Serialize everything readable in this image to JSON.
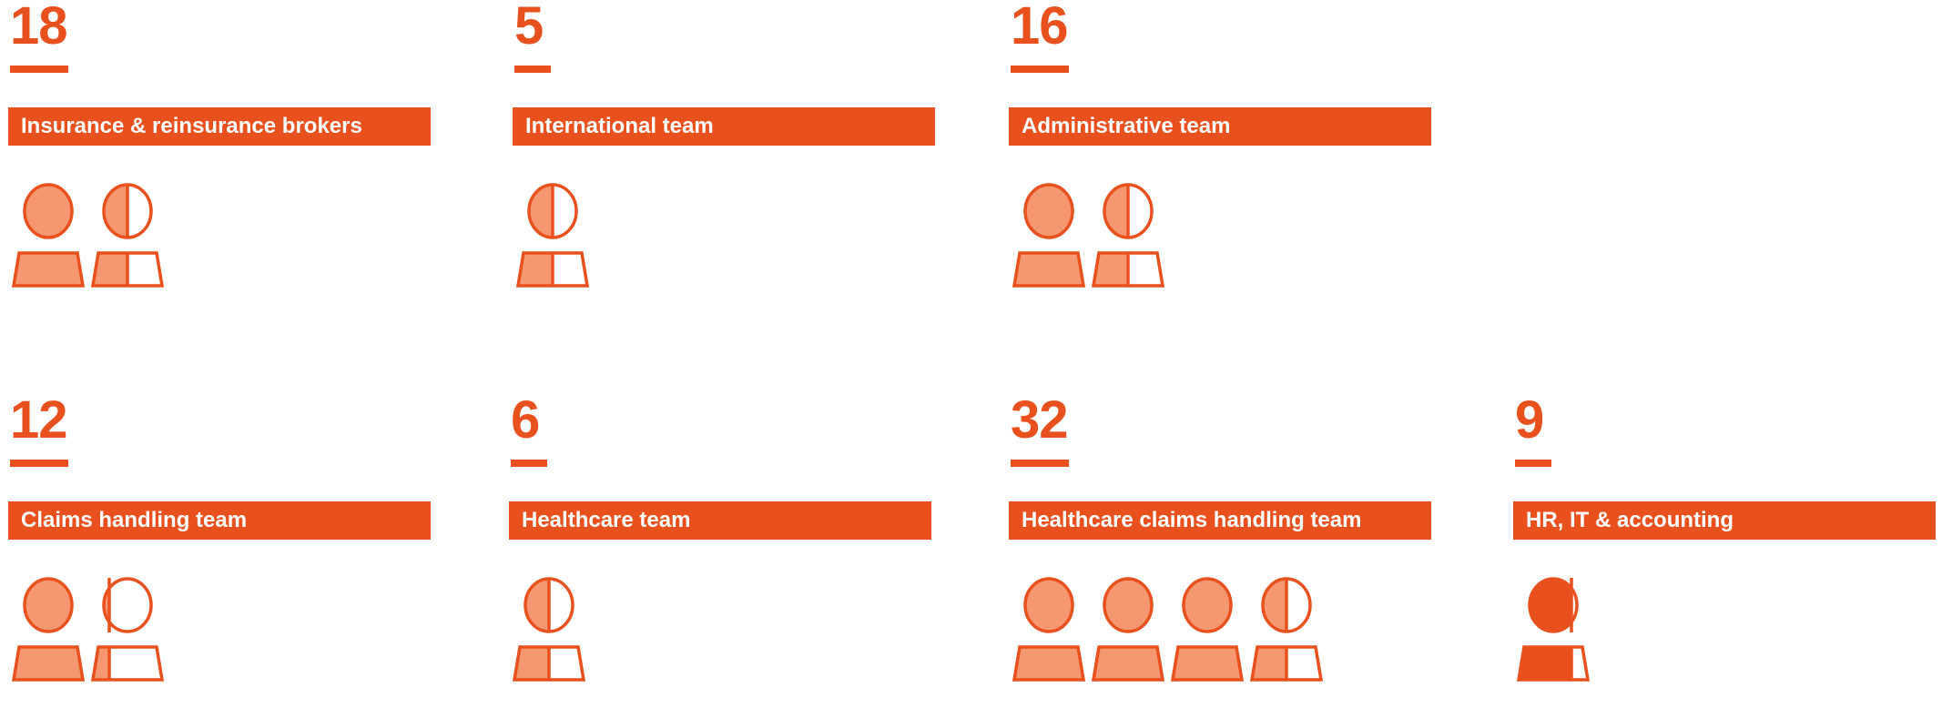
{
  "colors": {
    "accent": "#E8511E",
    "light_fill": "#F59872",
    "white": "#FFFFFF"
  },
  "chart_data": {
    "type": "pictogram",
    "title": "",
    "categories": [
      "Insurance & reinsurance brokers",
      "International team",
      "Administrative team",
      "Claims handling team",
      "Healthcare team",
      "Healthcare claims handling team",
      "HR, IT & accounting"
    ],
    "values": [
      18,
      5,
      16,
      12,
      6,
      32,
      9
    ],
    "icons": [
      [
        1,
        0.5
      ],
      [
        0.5
      ],
      [
        1,
        0.5
      ],
      [
        1,
        0.25
      ],
      [
        0.5
      ],
      [
        1,
        1,
        1,
        0.5
      ],
      [
        0.75
      ]
    ],
    "icon_styles": [
      "light",
      "light",
      "light",
      "light",
      "light",
      "light",
      "dark"
    ]
  }
}
